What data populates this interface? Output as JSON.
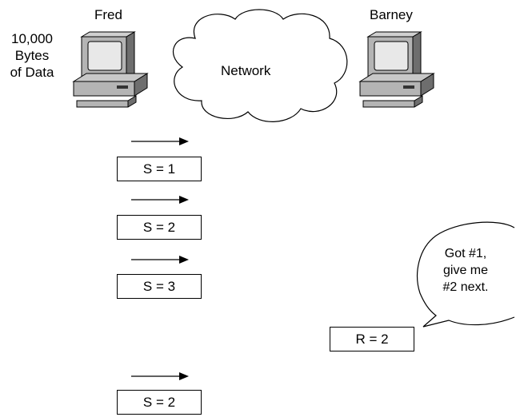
{
  "hosts": {
    "sender": {
      "label": "Fred",
      "icon": "computer-icon"
    },
    "receiver": {
      "label": "Barney",
      "icon": "computer-icon"
    }
  },
  "data_label": {
    "line1": "10,000",
    "line2": "Bytes",
    "line3": "of Data"
  },
  "network": {
    "label": "Network",
    "icon": "cloud-icon"
  },
  "segments": [
    {
      "label": "S = 1"
    },
    {
      "label": "S = 2"
    },
    {
      "label": "S = 3"
    },
    {
      "label": "S = 2"
    }
  ],
  "ack": {
    "label": "R = 2"
  },
  "speech_bubble": {
    "line1": "Got #1,",
    "line2": "give me",
    "line3": "#2 next."
  },
  "colors": {
    "stroke": "#000000",
    "computer_gray": "#b4b4b4",
    "computer_dark": "#6e6e6e",
    "screen": "#e8e8e8"
  }
}
